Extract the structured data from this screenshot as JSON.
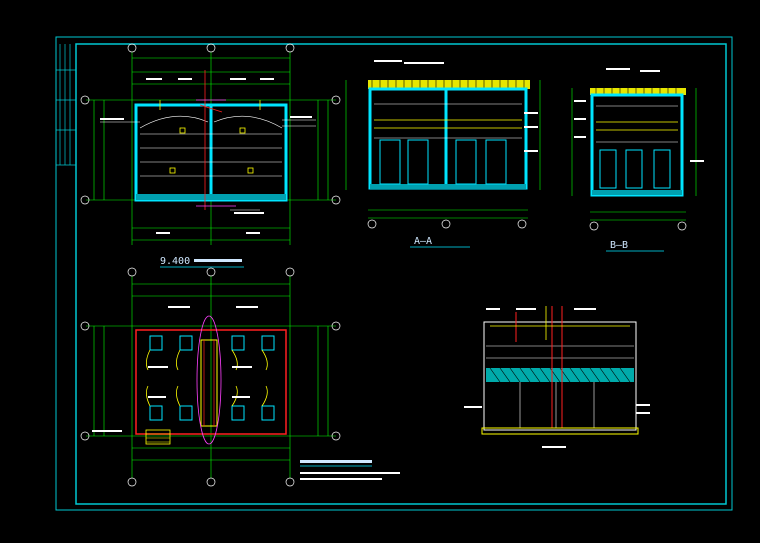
{
  "colors": {
    "frame": "#00c8d2",
    "wall": "#00e5ff",
    "dim": "#00ff00",
    "text": "#ffffff",
    "accent": "#ffff00",
    "red": "#ff2020",
    "magenta": "#ff40ff",
    "orange": "#ffb040",
    "title_text": "#cfe8ff"
  },
  "titles": {
    "plan_top": "9.400",
    "section_a": "A—A",
    "section_b": "B—B"
  }
}
